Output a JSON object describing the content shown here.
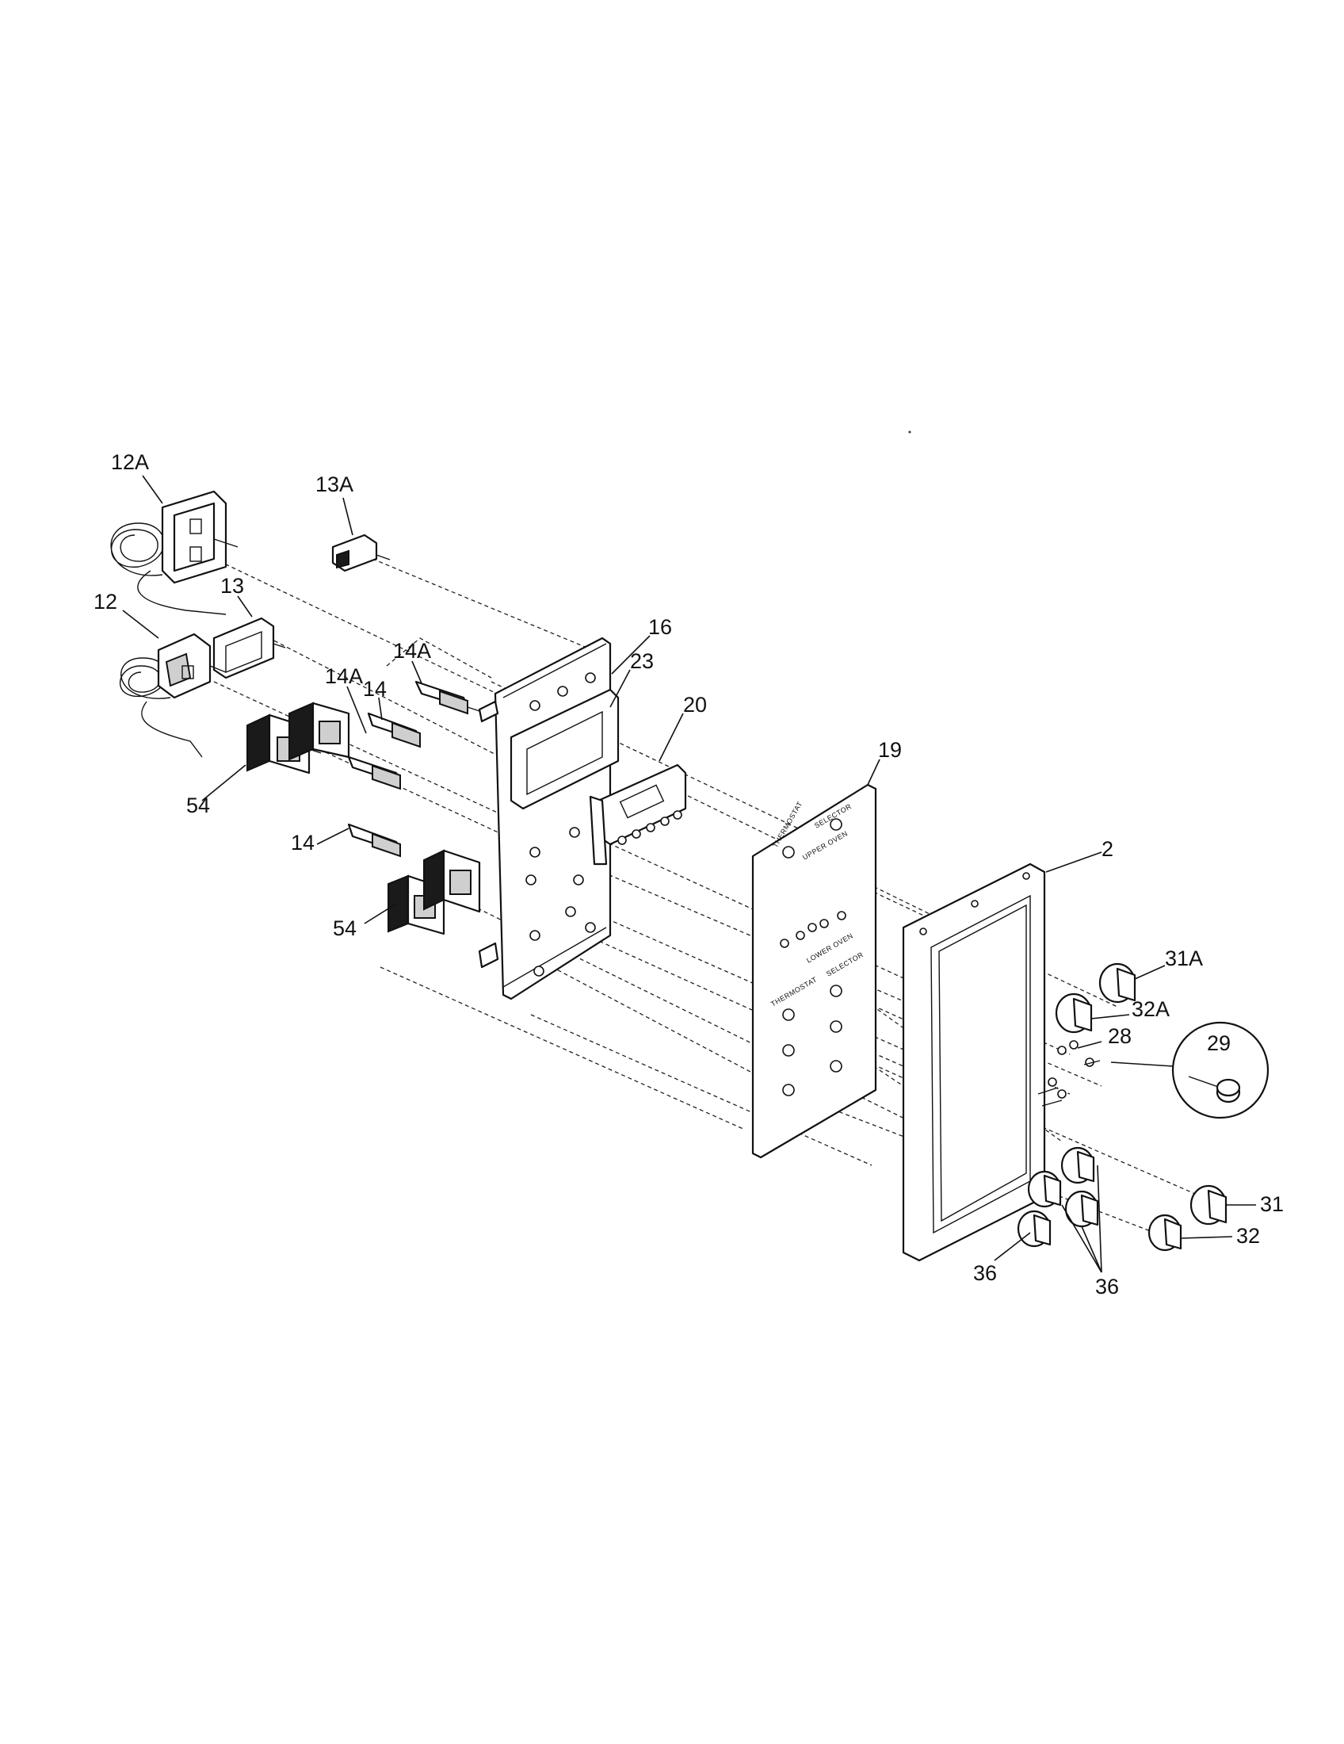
{
  "callouts": {
    "c_12A": "12A",
    "c_13A": "13A",
    "c_13": "13",
    "c_12": "12",
    "c_16": "16",
    "c_23": "23",
    "c_20": "20",
    "c_14A_top": "14A",
    "c_14A_mid": "14A",
    "c_14_mid": "14",
    "c_14_low": "14",
    "c_54_top": "54",
    "c_54_low": "54",
    "c_19": "19",
    "c_2": "2",
    "c_31A": "31A",
    "c_32A": "32A",
    "c_28": "28",
    "c_29": "29",
    "c_31": "31",
    "c_32": "32",
    "c_36_left": "36",
    "c_36_right": "36"
  },
  "panel_text": {
    "thermostat_top": "THERMOSTAT",
    "selector_top": "SELECTOR",
    "upper_oven": "UPPER OVEN",
    "lower_oven": "LOWER OVEN",
    "thermostat_bottom": "THERMOSTAT",
    "selector_bottom": "SELECTOR"
  }
}
